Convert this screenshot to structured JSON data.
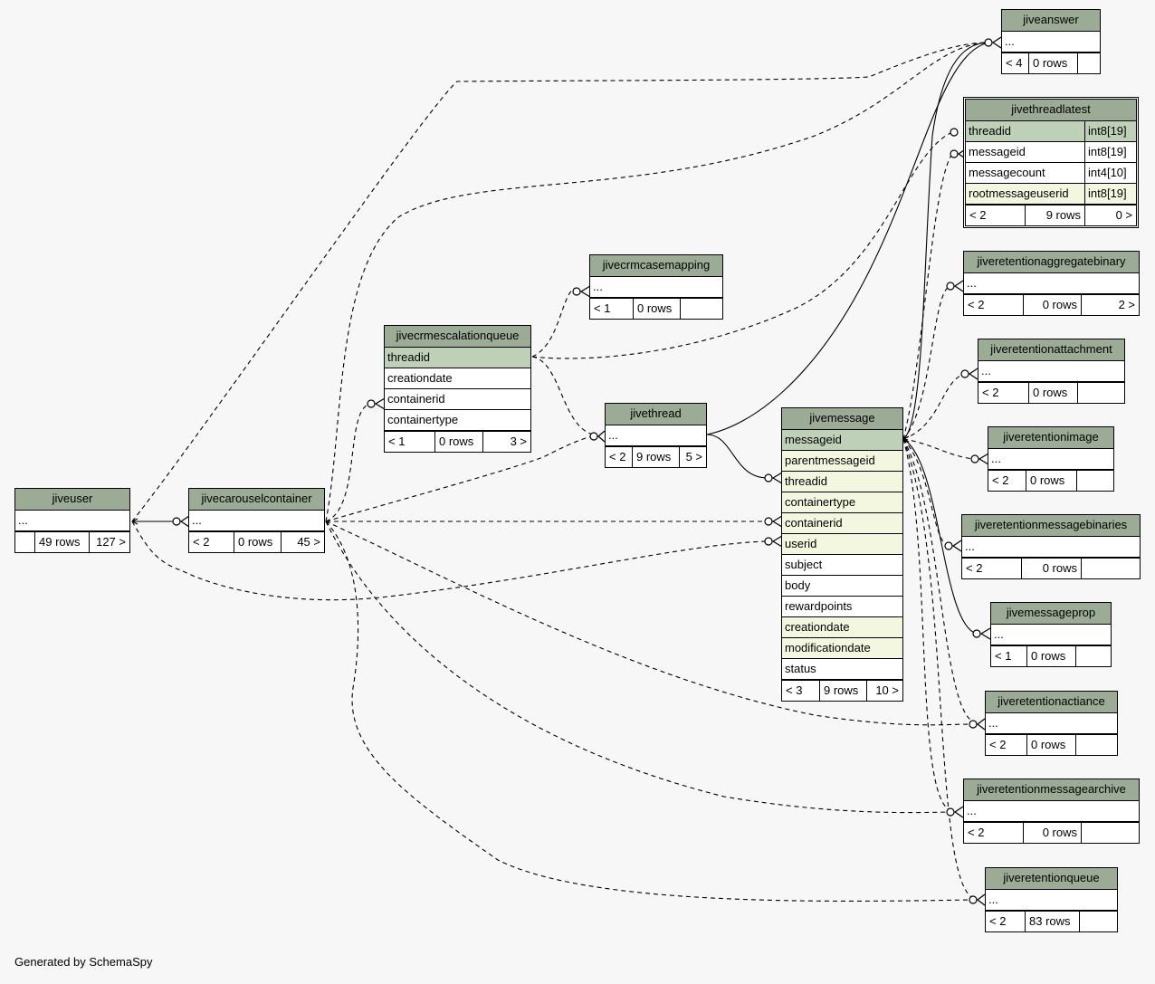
{
  "footer_text": "Generated by SchemaSpy",
  "colors": {
    "header": "#9bab96",
    "primary_key": "#bed1b8",
    "foreign_key": "#f4f7e0",
    "background": "#f7f7f7"
  },
  "tables": {
    "jiveanswer": {
      "name": "jiveanswer",
      "rows": [
        "..."
      ],
      "footer": [
        "< 4",
        "0 rows",
        ""
      ]
    },
    "jivethreadlatest": {
      "name": "jivethreadlatest",
      "columns": [
        {
          "name": "threadid",
          "type": "int8[19]"
        },
        {
          "name": "messageid",
          "type": "int8[19]"
        },
        {
          "name": "messagecount",
          "type": "int4[10]"
        },
        {
          "name": "rootmessageuserid",
          "type": "int8[19]"
        }
      ],
      "footer": [
        "< 2",
        "9 rows",
        "0 >"
      ]
    },
    "jivecrmcasemapping": {
      "name": "jivecrmcasemapping",
      "rows": [
        "..."
      ],
      "footer": [
        "< 1",
        "0 rows",
        ""
      ]
    },
    "jivecrmescalationqueue": {
      "name": "jivecrmescalationqueue",
      "rows": [
        "threadid",
        "creationdate",
        "containerid",
        "containertype"
      ],
      "footer": [
        "< 1",
        "0 rows",
        "3 >"
      ]
    },
    "jivethread": {
      "name": "jivethread",
      "rows": [
        "..."
      ],
      "footer": [
        "< 2",
        "9 rows",
        "5 >"
      ]
    },
    "jivemessage": {
      "name": "jivemessage",
      "rows": [
        "messageid",
        "parentmessageid",
        "threadid",
        "containertype",
        "containerid",
        "userid",
        "subject",
        "body",
        "rewardpoints",
        "creationdate",
        "modificationdate",
        "status"
      ],
      "footer": [
        "< 3",
        "9 rows",
        "10 >"
      ]
    },
    "jiveuser": {
      "name": "jiveuser",
      "rows": [
        "..."
      ],
      "footer": [
        "",
        "49 rows",
        "127 >"
      ]
    },
    "jivecarouselcontainer": {
      "name": "jivecarouselcontainer",
      "rows": [
        "..."
      ],
      "footer": [
        "< 2",
        "0 rows",
        "45 >"
      ]
    },
    "jiveretentionaggregatebinary": {
      "name": "jiveretentionaggregatebinary",
      "rows": [
        "..."
      ],
      "footer": [
        "< 2",
        "0 rows",
        "2 >"
      ]
    },
    "jiveretentionattachment": {
      "name": "jiveretentionattachment",
      "rows": [
        "..."
      ],
      "footer": [
        "< 2",
        "0 rows",
        ""
      ]
    },
    "jiveretentionimage": {
      "name": "jiveretentionimage",
      "rows": [
        "..."
      ],
      "footer": [
        "< 2",
        "0 rows",
        ""
      ]
    },
    "jiveretentionmessagebinaries": {
      "name": "jiveretentionmessagebinaries",
      "rows": [
        "..."
      ],
      "footer": [
        "< 2",
        "0 rows",
        ""
      ]
    },
    "jivemessageprop": {
      "name": "jivemessageprop",
      "rows": [
        "..."
      ],
      "footer": [
        "< 1",
        "0 rows",
        ""
      ]
    },
    "jiveretentionactiance": {
      "name": "jiveretentionactiance",
      "rows": [
        "..."
      ],
      "footer": [
        "< 2",
        "0 rows",
        ""
      ]
    },
    "jiveretentionmessagearchive": {
      "name": "jiveretentionmessagearchive",
      "rows": [
        "..."
      ],
      "footer": [
        "< 2",
        "0 rows",
        ""
      ]
    },
    "jiveretentionqueue": {
      "name": "jiveretentionqueue",
      "rows": [
        "..."
      ],
      "footer": [
        "< 2",
        "83 rows",
        ""
      ]
    }
  }
}
